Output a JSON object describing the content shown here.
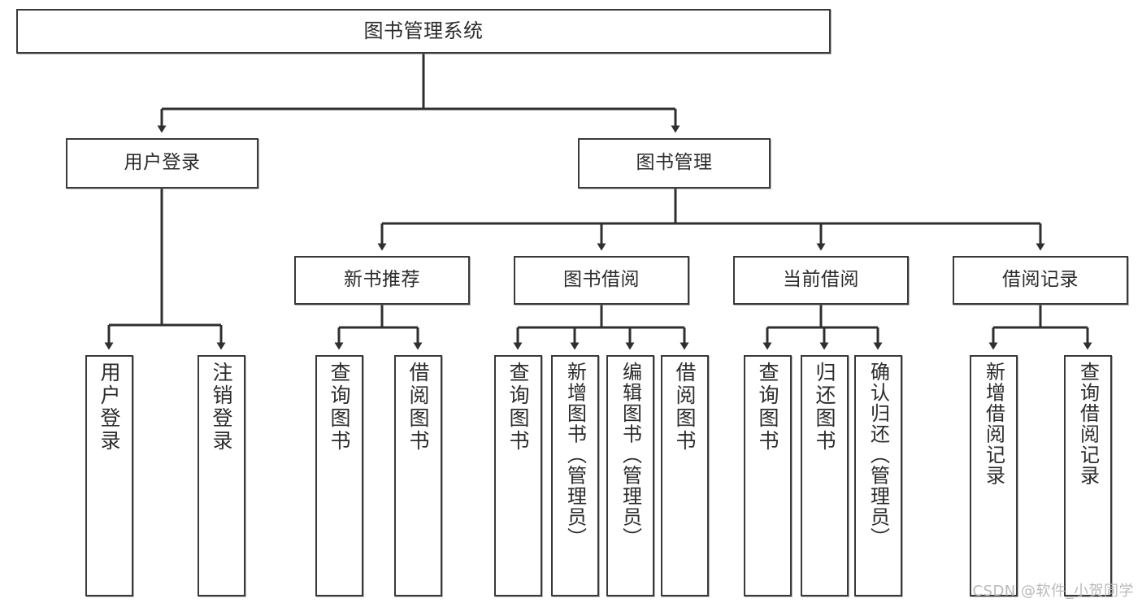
{
  "diagram": {
    "type": "tree",
    "title": "图书管理系统",
    "orientation": "top-down",
    "watermark": "CSDN @软件_小贺同学",
    "colors": {
      "box_border": "#3a3a3a",
      "box_fill": "#ffffff",
      "edge": "#2f2f2f",
      "text": "#2b2b2b",
      "watermark": "#b9b9b9"
    },
    "nodes": {
      "root": {
        "label": "图书管理系统",
        "level": 1
      },
      "level2": [
        {
          "id": "user-login",
          "label": "用户登录"
        },
        {
          "id": "book-management",
          "label": "图书管理"
        }
      ],
      "level3": [
        {
          "id": "new-book-recommend",
          "label": "新书推荐",
          "parent": "book-management"
        },
        {
          "id": "book-borrow",
          "label": "图书借阅",
          "parent": "book-management"
        },
        {
          "id": "current-borrow",
          "label": "当前借阅",
          "parent": "book-management"
        },
        {
          "id": "borrow-record",
          "label": "借阅记录",
          "parent": "book-management"
        }
      ],
      "leaves": {
        "user-login": [
          {
            "id": "leaf-user-login",
            "label": "用户登录"
          },
          {
            "id": "leaf-logout",
            "label": "注销登录"
          }
        ],
        "new-book-recommend": [
          {
            "id": "leaf-query-book-1",
            "label": "查询图书"
          },
          {
            "id": "leaf-borrow-book-1",
            "label": "借阅图书"
          }
        ],
        "book-borrow": [
          {
            "id": "leaf-query-book-2",
            "label": "查询图书"
          },
          {
            "id": "leaf-add-book",
            "label": "新增图书（管理员）"
          },
          {
            "id": "leaf-edit-book",
            "label": "编辑图书（管理员）"
          },
          {
            "id": "leaf-borrow-book-2",
            "label": "借阅图书"
          }
        ],
        "current-borrow": [
          {
            "id": "leaf-query-book-3",
            "label": "查询图书"
          },
          {
            "id": "leaf-return-book",
            "label": "归还图书"
          },
          {
            "id": "leaf-confirm-return",
            "label": "确认归还（管理员）"
          }
        ],
        "borrow-record": [
          {
            "id": "leaf-add-record",
            "label": "新增借阅记录"
          },
          {
            "id": "leaf-query-record",
            "label": "查询借阅记录"
          }
        ]
      }
    }
  }
}
